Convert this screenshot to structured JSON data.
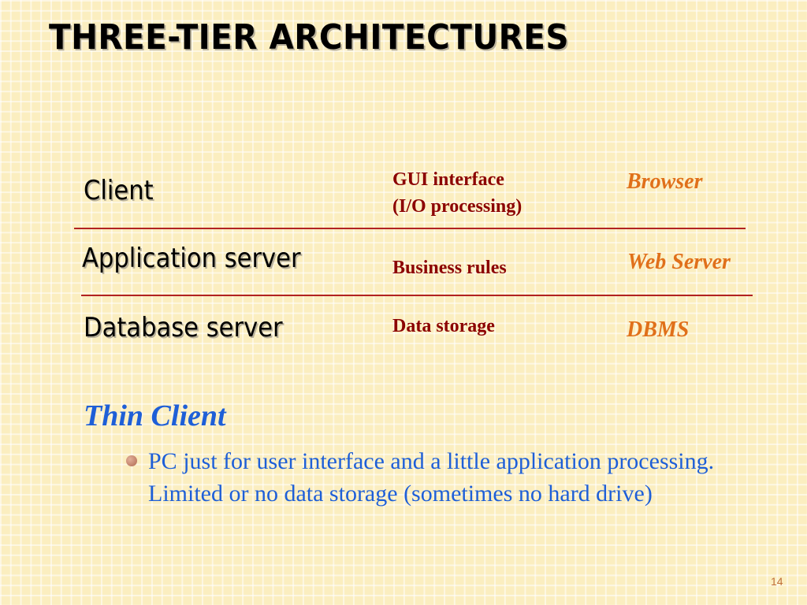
{
  "slide": {
    "title": "THREE-TIER ARCHITECTURES",
    "page_number": "14"
  },
  "tiers": [
    {
      "name": "Client",
      "role_lines": [
        "GUI interface",
        "(I/O processing)"
      ],
      "software": "Browser"
    },
    {
      "name": "Application server",
      "role_lines": [
        "Business rules"
      ],
      "software": "Web Server"
    },
    {
      "name": "Database server",
      "role_lines": [
        "Data storage"
      ],
      "software": "DBMS"
    }
  ],
  "thin_client": {
    "heading": "Thin Client",
    "bullet": "PC just for user interface and a little application processing. Limited or no data storage (sometimes no hard drive)"
  },
  "colors": {
    "background": "#fbeec0",
    "role_text": "#8b0000",
    "software_text": "#e0701a",
    "thin_client_text": "#1e5fd7",
    "divider": "#b22222"
  }
}
